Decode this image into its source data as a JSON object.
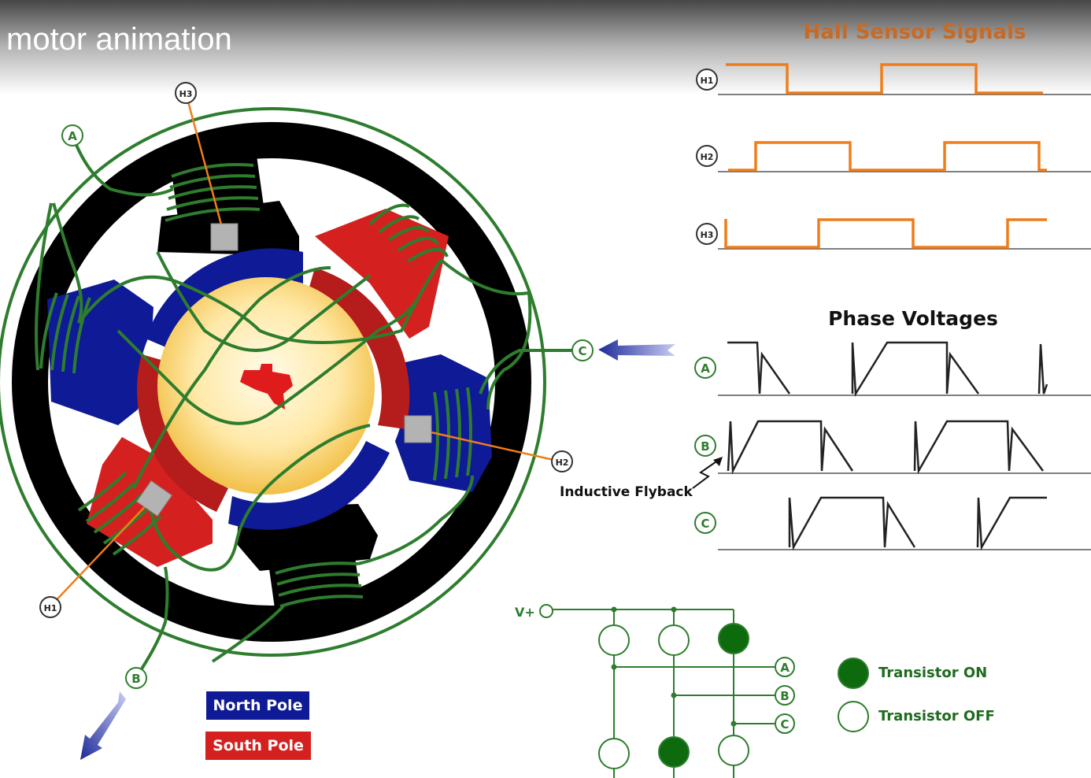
{
  "video": {
    "title": "motor animation"
  },
  "hall_section": {
    "title": "Hall Sensor Signals",
    "labels": [
      "H1",
      "H2",
      "H3"
    ]
  },
  "phase_section": {
    "title": "Phase Voltages",
    "labels": [
      "A",
      "B",
      "C"
    ],
    "annotation": "Inductive Flyback"
  },
  "motor": {
    "terminal_labels": {
      "a": "A",
      "b": "B",
      "c": "C"
    },
    "sensor_labels": {
      "h1": "H1",
      "h2": "H2",
      "h3": "H3"
    }
  },
  "legend": {
    "north": "North Pole",
    "south": "South Pole",
    "on": "Transistor ON",
    "off": "Transistor OFF"
  },
  "bridge": {
    "supply": "V+",
    "outputs": [
      "A",
      "B",
      "C"
    ]
  },
  "colors": {
    "north": "#0e1a96",
    "south": "#d42120",
    "wire": "#2e7d2e",
    "hall": "#f07d1a",
    "stator": "#000000",
    "legend_text": "#1f6b1f"
  }
}
